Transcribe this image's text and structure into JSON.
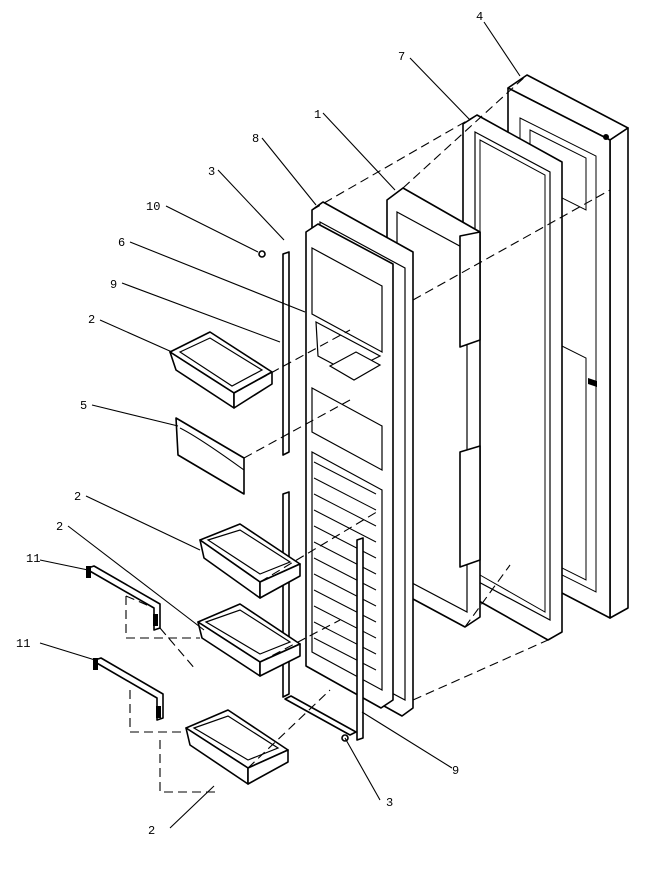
{
  "callouts": [
    {
      "id": "c1",
      "text": "1"
    },
    {
      "id": "c2a",
      "text": "2"
    },
    {
      "id": "c2b",
      "text": "2"
    },
    {
      "id": "c2c",
      "text": "2"
    },
    {
      "id": "c2d",
      "text": "2"
    },
    {
      "id": "c3a",
      "text": "3"
    },
    {
      "id": "c3b",
      "text": "3"
    },
    {
      "id": "c4",
      "text": "4"
    },
    {
      "id": "c5",
      "text": "5"
    },
    {
      "id": "c6",
      "text": "6"
    },
    {
      "id": "c7",
      "text": "7"
    },
    {
      "id": "c8",
      "text": "8"
    },
    {
      "id": "c9a",
      "text": "9"
    },
    {
      "id": "c9b",
      "text": "9"
    },
    {
      "id": "c10",
      "text": "10"
    },
    {
      "id": "c11a",
      "text": "11"
    },
    {
      "id": "c11b",
      "text": "11"
    }
  ],
  "colors": {
    "line": "#000000",
    "background": "#ffffff"
  }
}
